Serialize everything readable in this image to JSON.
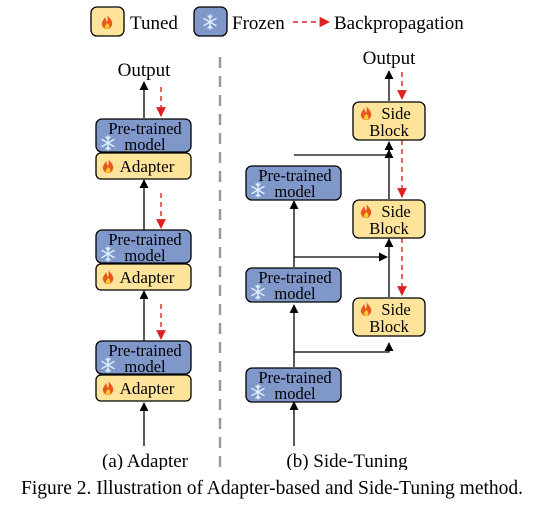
{
  "legend": {
    "tuned": "Tuned",
    "frozen": "Frozen",
    "backprop": "Backpropagation"
  },
  "adapter_panel": {
    "output": "Output",
    "model_line1": "Pre-trained",
    "model_line2": "model",
    "adapter": "Adapter",
    "label": "(a) Adapter"
  },
  "side_panel": {
    "output": "Output",
    "model_line1": "Pre-trained",
    "model_line2": "model",
    "side_line1": "Side",
    "side_line2": "Block",
    "label": "(b) Side-Tuning"
  },
  "caption": "Figure 2. Illustration of Adapter-based and Side-Tuning method.",
  "colors": {
    "frozen_fill": "#7f97c9",
    "tuned_fill": "#fde49a",
    "backprop_arrow": "#e02020",
    "divider": "#9a9a9a"
  },
  "icons": {
    "tuned": "fire-icon",
    "frozen": "snowflake-icon"
  }
}
